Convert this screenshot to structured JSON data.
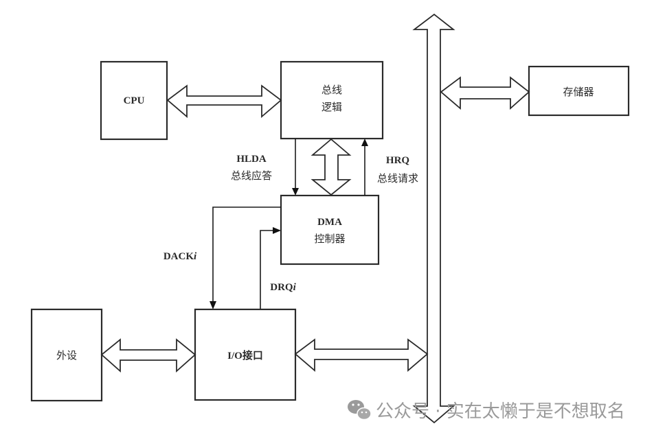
{
  "diagram": {
    "type": "block-diagram",
    "subject": "DMA controller system structure",
    "nodes": {
      "cpu": {
        "label": "CPU"
      },
      "bus_logic": {
        "label_line1": "总线",
        "label_line2": "逻辑"
      },
      "dma": {
        "label_line1": "DMA",
        "label_line2": "控制器"
      },
      "io": {
        "label": "I/O接口"
      },
      "peripheral": {
        "label": "外设"
      },
      "memory": {
        "label": "存储器"
      },
      "system_bus": {
        "label": ""
      }
    },
    "signals": {
      "hlda": {
        "name": "HLDA",
        "desc": "总线应答",
        "from": "bus_logic",
        "to": "dma"
      },
      "hrq": {
        "name": "HRQ",
        "desc": "总线请求",
        "from": "dma",
        "to": "bus_logic"
      },
      "dack": {
        "name": "DACK",
        "suffix": "i",
        "from": "dma",
        "to": "io"
      },
      "drq": {
        "name": "DRQ",
        "suffix": "i",
        "from": "io",
        "to": "dma"
      }
    },
    "edges": [
      {
        "from": "cpu",
        "to": "bus_logic",
        "kind": "bidirectional-bus"
      },
      {
        "from": "bus_logic",
        "to": "dma",
        "kind": "bidirectional-bus"
      },
      {
        "from": "system_bus",
        "to": "memory",
        "kind": "bidirectional-bus"
      },
      {
        "from": "peripheral",
        "to": "io",
        "kind": "bidirectional-bus"
      },
      {
        "from": "io",
        "to": "system_bus",
        "kind": "bidirectional-bus"
      }
    ]
  },
  "watermark": {
    "icon": "wechat-icon",
    "text": "公众号 · 实在太懒于是不想取名"
  }
}
